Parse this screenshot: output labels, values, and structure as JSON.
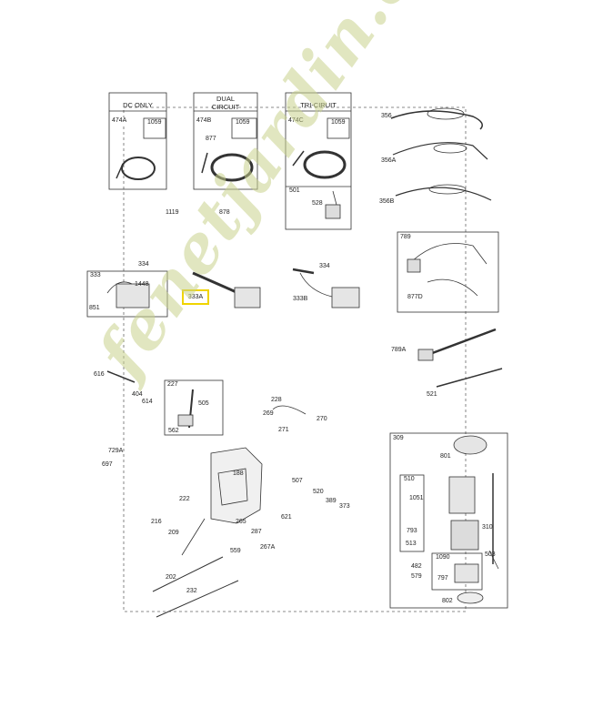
{
  "diagram": {
    "headers": {
      "dc_only": "DC ONLY",
      "dual_circuit_line1": "DUAL",
      "dual_circuit_line2": "CIRCUIT",
      "tri_circuit": "TRI-CIRUIT"
    },
    "watermark": "fenetjardin.com",
    "highlight_label": "333A",
    "box_labels": {
      "b474A": "474A",
      "b474B": "474B",
      "b474C": "474C",
      "b1059a": "1059",
      "b1059b": "1059",
      "b1059c": "1059",
      "b501": "501",
      "b333": "333",
      "b227": "227",
      "b789": "789",
      "b309": "309",
      "b510": "510",
      "b1090": "1090"
    },
    "labels": {
      "l356": "356",
      "l356A": "356A",
      "l356B": "356B",
      "l877": "877",
      "l528": "528",
      "l1119": "1119",
      "l878": "878",
      "l334a": "334",
      "l334b": "334",
      "l1448": "1448",
      "l851": "851",
      "l333B": "333B",
      "l877D": "877D",
      "l789A": "789A",
      "l521": "521",
      "l616": "616",
      "l404": "404",
      "l614": "614",
      "l505": "505",
      "l562": "562",
      "l228": "228",
      "l269": "269",
      "l271": "271",
      "l270": "270",
      "l729A": "729A",
      "l697": "697",
      "l188": "188",
      "l222": "222",
      "l507": "507",
      "l520": "520",
      "l389": "389",
      "l373": "373",
      "l621": "621",
      "l216": "216",
      "l209": "209",
      "l265": "265",
      "l287": "287",
      "l559": "559",
      "l267A": "267A",
      "l202": "202",
      "l232": "232",
      "l801": "801",
      "l1051": "1051",
      "l793": "793",
      "l513": "513",
      "l310": "310",
      "l482": "482",
      "l579": "579",
      "l797": "797",
      "l503": "503",
      "l802": "802"
    }
  }
}
